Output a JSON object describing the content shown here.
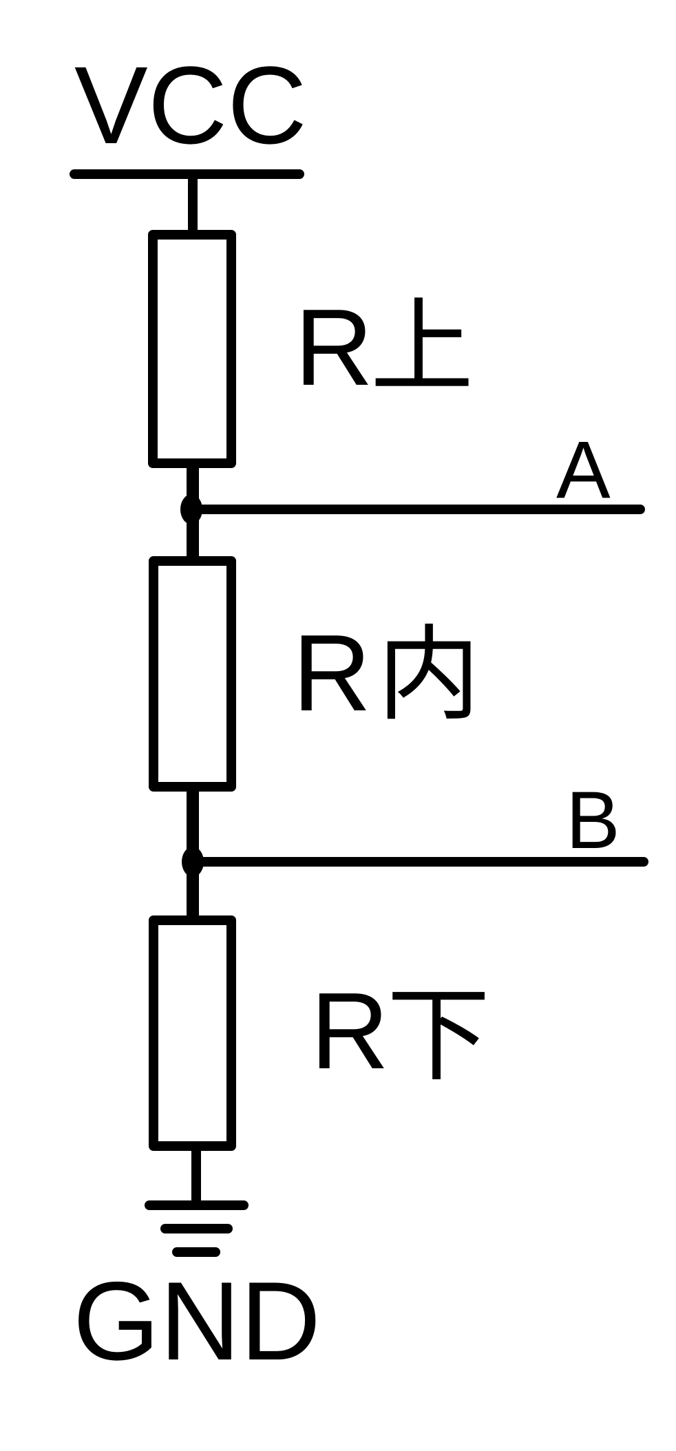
{
  "diagram": {
    "type": "resistor voltage divider schematic",
    "stroke_color": "#000000",
    "background": "#ffffff",
    "supply": {
      "label": "VCC"
    },
    "ground": {
      "label": "GND"
    },
    "resistors": [
      {
        "id": "r-top",
        "prefix": "R",
        "suffix": "上"
      },
      {
        "id": "r-mid",
        "prefix": "R",
        "suffix": "内"
      },
      {
        "id": "r-bot",
        "prefix": "R",
        "suffix": "下"
      }
    ],
    "nodes": [
      {
        "id": "node-a",
        "label": "A"
      },
      {
        "id": "node-b",
        "label": "B"
      }
    ]
  }
}
